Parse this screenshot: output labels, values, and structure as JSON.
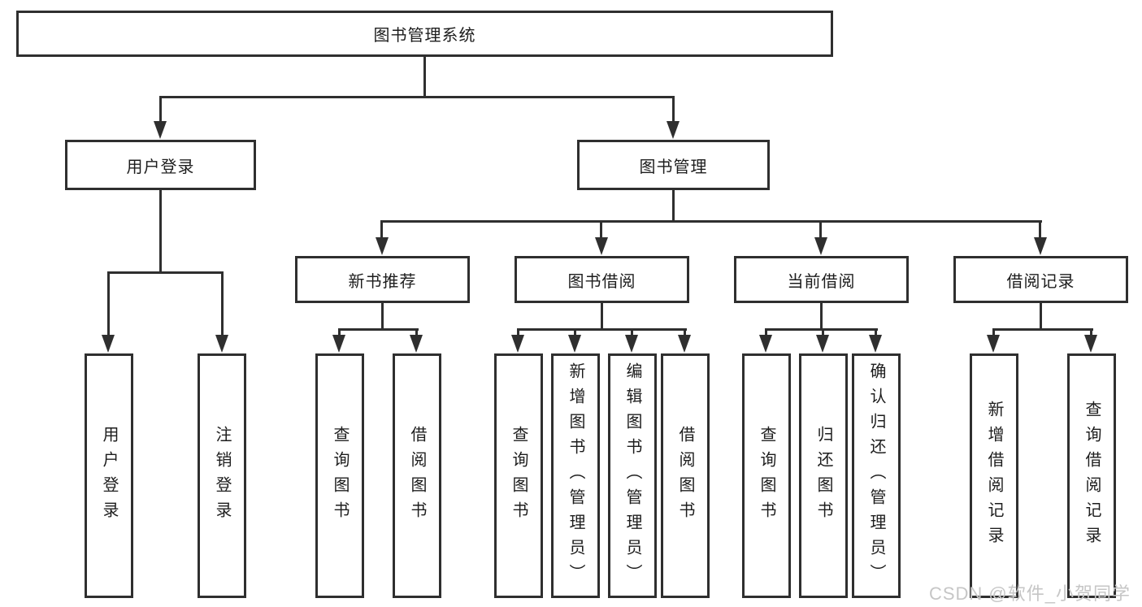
{
  "colors": {
    "line": "#2f2f2f",
    "text": "#1d1d1d",
    "background": "#ffffff",
    "watermark": "#c6c6c6"
  },
  "tree": {
    "root": {
      "label": "图书管理系统"
    },
    "branches": [
      {
        "label": "用户登录",
        "children": [
          {
            "label": "用户登录"
          },
          {
            "label": "注销登录"
          }
        ]
      },
      {
        "label": "图书管理",
        "children": [
          {
            "label": "新书推荐",
            "children": [
              {
                "label": "查询图书"
              },
              {
                "label": "借阅图书"
              }
            ]
          },
          {
            "label": "图书借阅",
            "children": [
              {
                "label": "查询图书"
              },
              {
                "label": "新增图书（管理员）"
              },
              {
                "label": "编辑图书（管理员）"
              },
              {
                "label": "借阅图书"
              }
            ]
          },
          {
            "label": "当前借阅",
            "children": [
              {
                "label": "查询图书"
              },
              {
                "label": "归还图书"
              },
              {
                "label": "确认归还（管理员）"
              }
            ]
          },
          {
            "label": "借阅记录",
            "children": [
              {
                "label": "新增借阅记录"
              },
              {
                "label": "查询借阅记录"
              }
            ]
          }
        ]
      }
    ]
  },
  "watermark": {
    "text": "CSDN @软件_小贺同学"
  }
}
